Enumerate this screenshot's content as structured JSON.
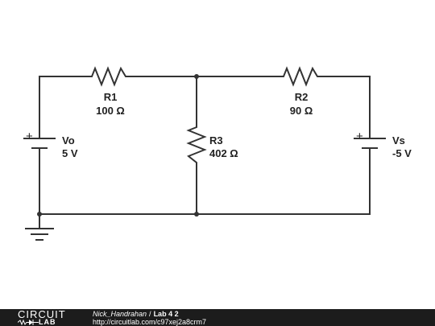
{
  "components": {
    "r1": {
      "name": "R1",
      "value": "100 Ω"
    },
    "r2": {
      "name": "R2",
      "value": "90 Ω"
    },
    "r3": {
      "name": "R3",
      "value": "402 Ω"
    },
    "vo": {
      "name": "Vo",
      "value": "5 V",
      "polarity": "+"
    },
    "vs": {
      "name": "Vs",
      "value": "-5 V",
      "polarity": "+"
    }
  },
  "footer": {
    "logo_top": "CIRCUIT",
    "logo_bottom": "LAB",
    "author": "Nick_Handrahan",
    "separator": "/",
    "title": "Lab 4 2",
    "url": "http://circuitlab.com/c97xej2a8crm7"
  },
  "colors": {
    "wire": "#333333",
    "footer_bg": "#1c1c1c"
  }
}
